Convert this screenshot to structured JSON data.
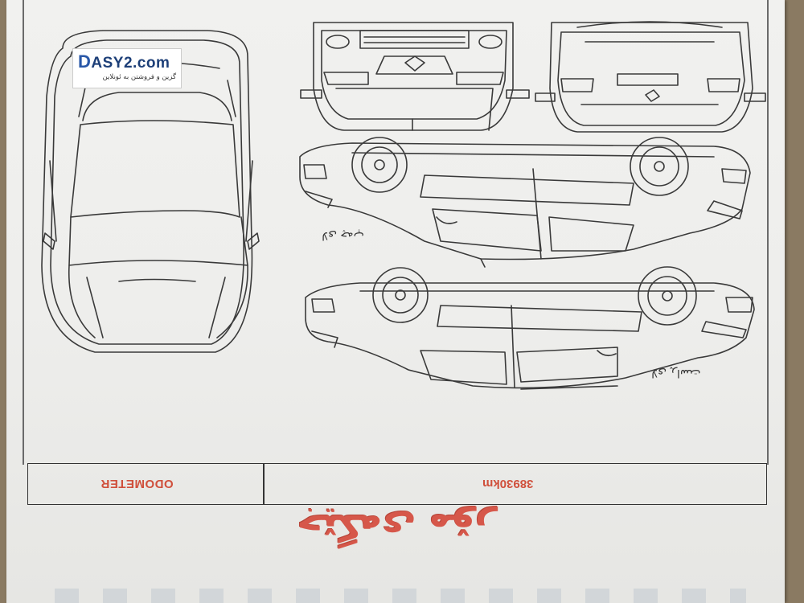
{
  "logo": {
    "brand_initial": "D",
    "brand_rest": "ASY2.com",
    "tagline": "گزین و فروشتن به ئونلاین"
  },
  "side_labels": {
    "upper": "لای چەپ",
    "lower": "لای ڕاست"
  },
  "odometer": {
    "label": "ODOMETER",
    "value": "38930km"
  },
  "title": "جێگەی مۆر",
  "colors": {
    "accent": "#d0503c",
    "brand": "#1d3f78",
    "line": "#3a3a3a"
  }
}
